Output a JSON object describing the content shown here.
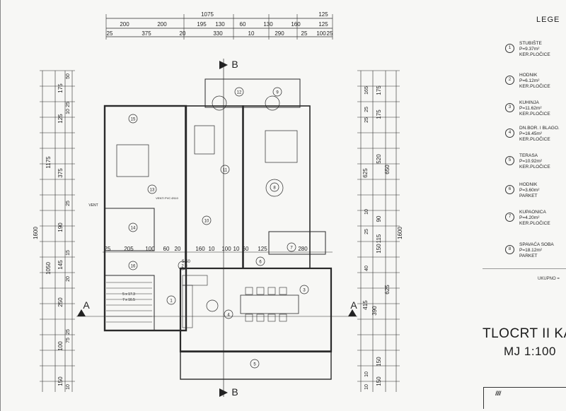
{
  "legend": {
    "title": "LEGE",
    "total": "UKUPNO =",
    "items": [
      {
        "num": "1",
        "lines": [
          "STUBIŠTE",
          "P=9.37m²",
          "KER.PLOČICE"
        ]
      },
      {
        "num": "2",
        "lines": [
          "HODNIK",
          "P=6.12m²",
          "KER.PLOČICE"
        ]
      },
      {
        "num": "3",
        "lines": [
          "KUHINJA",
          "P=11.62m²",
          "KER.PLOČICE"
        ]
      },
      {
        "num": "4",
        "lines": [
          "DN.BOR. I BLAGO.",
          "P=16.45m²",
          "KER.PLOČICE"
        ]
      },
      {
        "num": "5",
        "lines": [
          "TERASA",
          "P=10.92m²",
          "KER.PLOČICE"
        ]
      },
      {
        "num": "6",
        "lines": [
          "HODNIK",
          "P=3.60m²",
          "PARKET"
        ]
      },
      {
        "num": "7",
        "lines": [
          "KUPAONICA",
          "P=4.20m²",
          "KER.PLOČICE"
        ]
      },
      {
        "num": "8",
        "lines": [
          "SPAVAĆA SOBA",
          "P=18.12m²",
          "PARKET"
        ]
      }
    ]
  },
  "sheet": {
    "title": "TLOCRT II KA",
    "scale": "MJ 1:100"
  },
  "section_marks": {
    "a": "A",
    "b": "B"
  },
  "dims_top_row1": [
    "1075",
    "125"
  ],
  "dims_top_row2": [
    "200",
    "200",
    "195",
    "130",
    "60",
    "130",
    "160",
    "125"
  ],
  "dims_top_row3": [
    "25",
    "375",
    "20",
    "330",
    "10",
    "290",
    "25",
    "100",
    "25"
  ],
  "dims_left_outer": [
    "1600"
  ],
  "dims_left_mid": [
    "1175",
    "1050"
  ],
  "dims_left_inner": [
    "175",
    "125",
    "375",
    "190",
    "145",
    "250",
    "100",
    "150"
  ],
  "dims_left_small": [
    "50",
    "25",
    "10",
    "25",
    "15",
    "20",
    "25",
    "75",
    "10"
  ],
  "dims_right_outer": [
    "1600"
  ],
  "dims_right_mid": [
    "625",
    "650",
    "415",
    "390",
    "625"
  ],
  "dims_right_inner": [
    "175",
    "175",
    "520",
    "90",
    "115",
    "150",
    "150",
    "150"
  ],
  "dims_right_small": [
    "165",
    "25",
    "25",
    "10",
    "25",
    "40",
    "10",
    "10"
  ],
  "dims_mid_row": [
    "205",
    "100",
    "60",
    "20",
    "160",
    "10",
    "100",
    "10",
    "60",
    "125",
    "280"
  ],
  "dims_mid_small": [
    "25",
    "10"
  ],
  "rooms": [
    "1",
    "2",
    "3",
    "4",
    "5",
    "6",
    "7",
    "8",
    "9",
    "10",
    "11",
    "12",
    "13",
    "14",
    "15",
    "16"
  ],
  "annotations": {
    "level": "-5.50",
    "vent": "VENT",
    "note1": "VENTI PVC Ø110",
    "step1": "5 x 17.3",
    "step2": "7 x 16.5"
  }
}
